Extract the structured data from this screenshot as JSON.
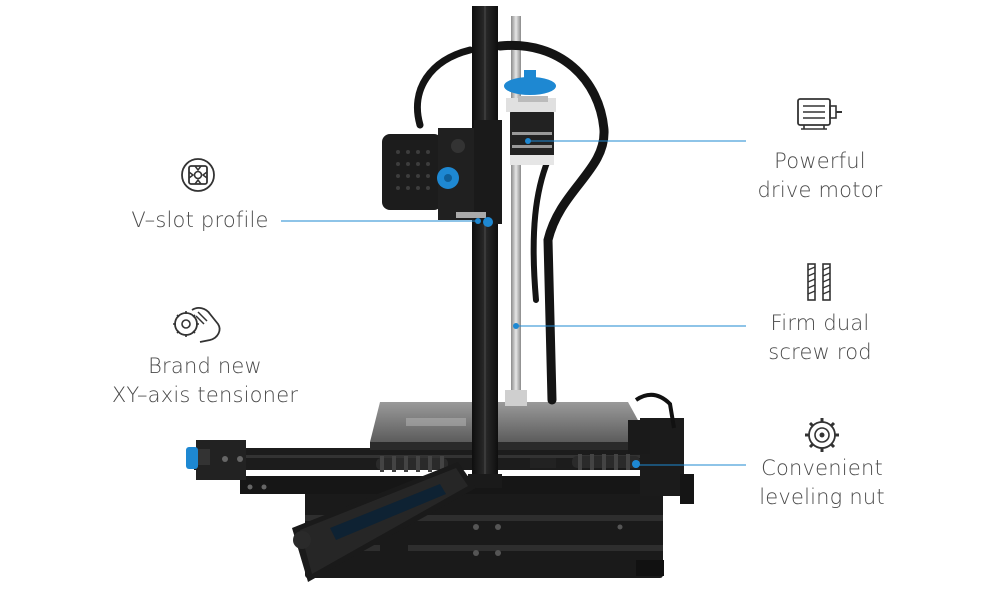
{
  "features": {
    "vslot": {
      "line1": "V–slot profile",
      "icon": "v-slot-profile-icon"
    },
    "tensioner": {
      "line1": "Brand new",
      "line2": "XY–axis tensioner",
      "icon": "hand-knob-icon"
    },
    "motor": {
      "line1": "Powerful",
      "line2": "drive motor",
      "icon": "motor-icon"
    },
    "screw": {
      "line1": "Firm dual",
      "line2": "screw rod",
      "icon": "dual-screw-rod-icon"
    },
    "leveling": {
      "line1": "Convenient",
      "line2": "leveling nut",
      "icon": "gear-nut-icon"
    }
  },
  "colors": {
    "accent": "#1e88d2",
    "frame": "#1c1c1c",
    "text": "#4a4a4a"
  }
}
